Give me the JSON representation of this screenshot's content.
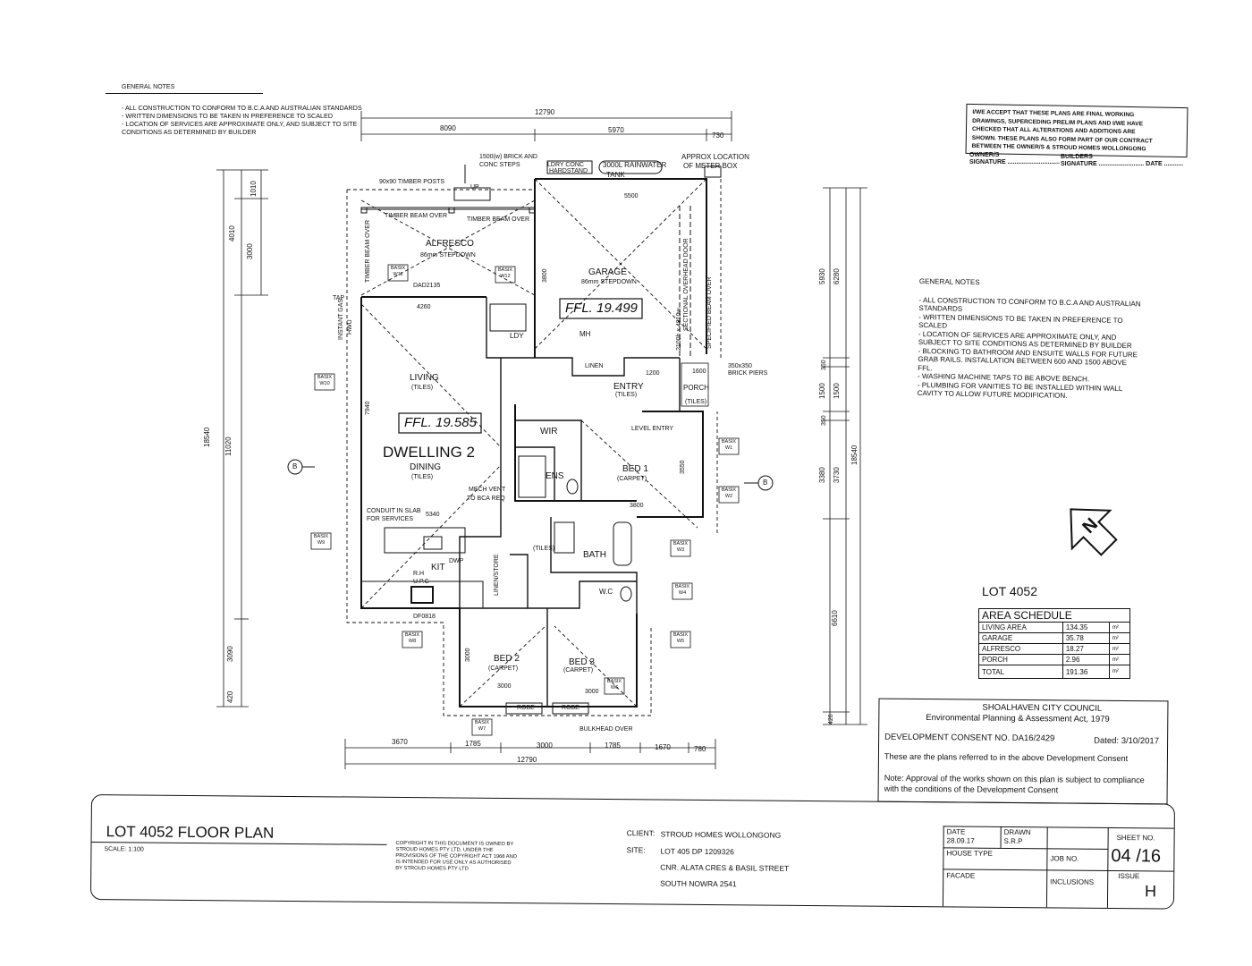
{
  "general_notes_left": {
    "title": "GENERAL NOTES",
    "lines": [
      "- ALL CONSTRUCTION TO CONFORM TO B.C.A AND AUSTRALIAN STANDARDS",
      "- WRITTEN DIMENSIONS TO BE TAKEN IN PREFERENCE TO SCALED",
      "- LOCATION OF SERVICES ARE APPROXIMATE ONLY, AND SUBJECT TO SITE",
      "CONDITIONS AS DETERMINED BY BUILDER"
    ]
  },
  "acceptance": {
    "text": [
      "I/WE ACCEPT THAT THESE PLANS ARE FINAL WORKING",
      "DRAWINGS, SUPERCEDING PRELIM PLANS AND I/WE HAVE",
      "CHECKED THAT ALL ALTERATIONS AND ADDITIONS ARE",
      "SHOWN. THESE PLANS ALSO FORM PART OF OUR CONTRACT",
      "BETWEEN THE OWNER/S & STROUD HOMES WOLLONGONG"
    ],
    "owners": "OWNER/S",
    "owners_sig": "SIGNATURE ..............................",
    "builders": "BUILDERS",
    "builders_sig": "SIGNATURE .......................... DATE ..........."
  },
  "general_notes_right": {
    "title": "GENERAL NOTES",
    "lines": [
      "- ALL CONSTRUCTION TO CONFORM TO B.C.A AND AUSTRALIAN",
      "STANDARDS",
      "- WRITTEN DIMENSIONS TO BE TAKEN IN PREFERENCE TO",
      "SCALED",
      "- LOCATION OF SERVICES ARE APPROXIMATE ONLY, AND",
      "SUBJECT TO SITE CONDITIONS AS DETERMINED BY BUILDER",
      "- BLOCKING TO BATHROOM AND ENSUITE WALLS FOR FUTURE",
      "GRAB RAILS. INSTALLATION BETWEEN 600 AND 1500 ABOVE",
      "FFL.",
      "- WASHING MACHINE TAPS TO BE ABOVE BENCH.",
      "- PLUMBING FOR VANITIES TO BE INSTALLED WITHIN WALL",
      "CAVITY TO ALLOW FUTURE MODIFICATION."
    ]
  },
  "lot": "LOT 4052",
  "area_schedule": {
    "title": "AREA SCHEDULE",
    "rows": [
      {
        "label": "LIVING AREA",
        "value": "134.35",
        "unit": "m²"
      },
      {
        "label": "GARAGE",
        "value": "35.78",
        "unit": "m²"
      },
      {
        "label": "ALFRESCO",
        "value": "18.27",
        "unit": "m²"
      },
      {
        "label": "PORCH",
        "value": "2.96",
        "unit": "m²"
      },
      {
        "label": "TOTAL",
        "value": "191.36",
        "unit": "m²"
      }
    ]
  },
  "council": {
    "name": "SHOALHAVEN CITY COUNCIL",
    "act": "Environmental Planning & Assessment Act, 1979",
    "consent": "DEVELOPMENT CONSENT NO. DA16/2429",
    "dated": "Dated: 3/10/2017",
    "plans": "These are the plans referred to in the above Development Consent",
    "note1": "Note: Approval of the works shown on this plan is subject to compliance",
    "note2": "with the conditions of the Development Consent"
  },
  "title_block": {
    "title": "LOT 4052 FLOOR PLAN",
    "scale": "SCALE: 1:100",
    "copyright": [
      "COPYRIGHT IN THIS DOCUMENT IS OWNED BY",
      "STROUD HOMES PTY LTD. UNDER THE",
      "PROVISIONS OF THE COPYRIGHT ACT 1968 AND",
      "IS INTENDED FOR USE ONLY AS AUTHORISED",
      "BY STROUD HOMES PTY LTD"
    ],
    "client_label": "CLIENT:",
    "client": "STROUD HOMES WOLLONGONG",
    "site_label": "SITE:",
    "site1": "LOT 405 DP 1209326",
    "site2": "CNR. ALATA CRES & BASIL STREET",
    "site3": "SOUTH NOWRA 2541",
    "date_label": "DATE",
    "date": "28.09.17",
    "drawn_label": "DRAWN",
    "drawn": "S.R.P",
    "house_type": "HOUSE TYPE",
    "job_no": "JOB NO.",
    "facade": "FACADE",
    "inclusions": "INCLUSIONS",
    "sheet_label": "SHEET NO.",
    "sheet": "04 /16",
    "issue_label": "ISSUE",
    "issue": "H"
  },
  "plan": {
    "dwelling": "DWELLING 2",
    "ffl_main": "FFL. 19.585",
    "ffl_garage": "FFL. 19.499",
    "rooms": {
      "alfresco": "ALFRESCO",
      "alfresco_sub": "86mm STEPDOWN",
      "garage": "GARAGE",
      "garage_sub": "86mm STEPDOWN",
      "living": "LIVING",
      "living_sub": "(TILES)",
      "dining": "DINING",
      "dining_sub": "(TILES)",
      "kit": "KIT",
      "wir": "WIR",
      "ens": "ENS",
      "bed1": "BED 1",
      "bed1_sub": "(CARPET)",
      "entry": "ENTRY",
      "entry_sub": "(TILES)",
      "porch": "PORCH",
      "porch_sub": "(TILES)",
      "linen": "LINEN",
      "ldy": "LDY",
      "mh": "MH",
      "bath": "BATH",
      "bath_sub": "(TILES)",
      "wc": "W.C",
      "bed2": "BED 2",
      "bed2_sub": "(CARPET)",
      "bed3": "BED 3",
      "bed3_sub": "(CARPET)",
      "robe": "ROBE",
      "linen_store": "LINEN/STORE"
    },
    "labels": {
      "timber_posts": "90x90 TIMBER POSTS",
      "timber_beam_1": "TIMBER BEAM OVER",
      "timber_beam_2": "TIMBER BEAM OVER",
      "timber_beam_v": "TIMBER BEAM OVER",
      "brick_steps": "1500(w) BRICK AND",
      "brick_steps2": "CONC STEPS",
      "up": "UP",
      "ldry": "LDRY CONC",
      "hardstand": "HARDSTAND",
      "rainwater": "3000L RAINWATER",
      "tank": "TANK",
      "meter1": "APPROX LOCATION",
      "meter2": "OF METER BOX",
      "tap": "TAP",
      "instant_gas": "INSTANT GAS",
      "hwu": "HWU",
      "sectional": "SECTIONAL OVERHEAD DOOR",
      "spec_beam": "SPECIFIED BEAM OVER",
      "door_size": "2100h x 4810w",
      "brick_piers": "350x350",
      "brick_piers2": "BRICK PIERS",
      "level_entry": "LEVEL ENTRY",
      "mech_vent": "MECH VENT",
      "bca": "TO BCA REQ",
      "conduit": "CONDUIT IN SLAB",
      "services": "FOR SERVICES",
      "rh": "R.H",
      "upc": "U.P.C",
      "dwp": "DWP",
      "bulkhead": "BULKHEAD OVER",
      "dad": "DAD2135",
      "df": "DF0818"
    },
    "basix": [
      {
        "id": "W11",
        "label": "BASIX"
      },
      {
        "id": "W12",
        "label": "BASIX"
      },
      {
        "id": "W10",
        "label": "BASIX"
      },
      {
        "id": "W9",
        "label": "BASIX"
      },
      {
        "id": "W8",
        "label": "BASIX"
      },
      {
        "id": "W7",
        "label": "BASIX"
      },
      {
        "id": "W6",
        "label": "BASIX"
      },
      {
        "id": "W5",
        "label": "BASIX"
      },
      {
        "id": "W4",
        "label": "BASIX"
      },
      {
        "id": "W3",
        "label": "BASIX"
      },
      {
        "id": "W2",
        "label": "BASIX"
      },
      {
        "id": "W1",
        "label": "BASIX"
      }
    ],
    "dims_top": {
      "total": "12790",
      "a": "8090",
      "b": "5970",
      "c": "730"
    },
    "dims_bottom": {
      "a": "3670",
      "b": "1785",
      "c": "3000",
      "d": "1785",
      "e": "1670",
      "f": "780",
      "total": "12790"
    },
    "dims_left": {
      "a": "1010",
      "b": "4010",
      "c": "3000",
      "total": "18540",
      "mid": "11020",
      "d": "3090",
      "e": "420"
    },
    "dims_right": {
      "a": "5930",
      "b": "6280",
      "c": "1500",
      "d": "1500",
      "e": "350",
      "f": "350",
      "g": "3380",
      "h": "3730",
      "total": "18540",
      "i": "6610",
      "j": "420"
    },
    "inner": {
      "alf_w": "5500",
      "g_depth": "3800",
      "liv_w": "4260",
      "liv_h": "7940",
      "din_w": "5340",
      "bed1_w": "3550",
      "bed1_d": "3800",
      "entry_w": "1200",
      "porch_w": "1600",
      "bed2_w": "3000",
      "bed3_w": "3000",
      "bed_h": "3000"
    },
    "section_marker": "B",
    "north": "N"
  }
}
